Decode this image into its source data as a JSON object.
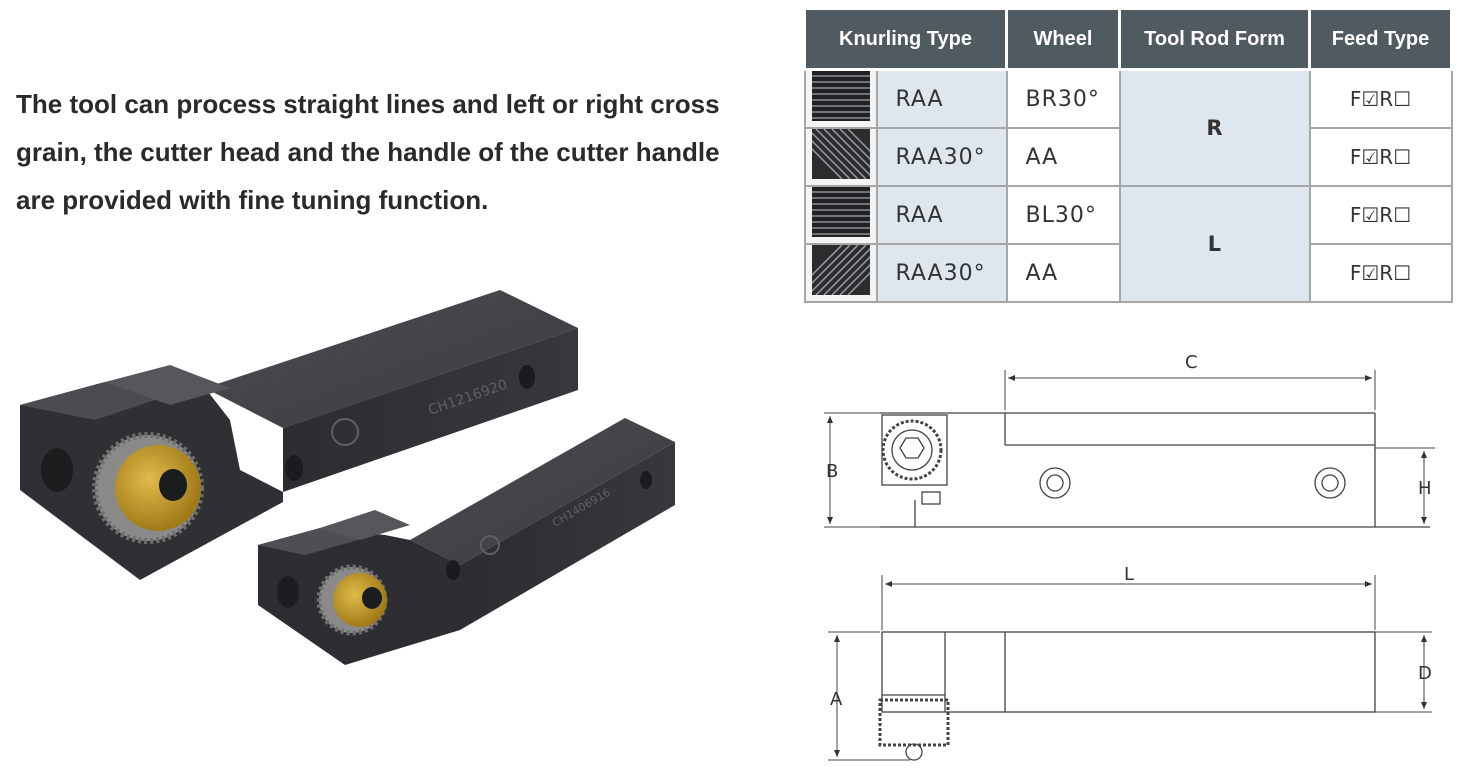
{
  "intro": {
    "line1": "The tool can process straight lines and left or right cross",
    "line2": "grain, the cutter head and the handle of the cutter handle",
    "line3": "are provided with fine tuning function."
  },
  "table": {
    "headers": [
      "Knurling Type",
      "Wheel",
      "Tool Rod Form",
      "Feed Type"
    ],
    "rows": [
      {
        "pattern": "straight-knurl-pattern",
        "type": "RAA",
        "wheel": "BR30°",
        "feed": "F☑R☐"
      },
      {
        "pattern": "diagonal-left-knurl-pattern",
        "type": "RAA30°",
        "wheel": "AA",
        "feed": "F☑R☐"
      },
      {
        "pattern": "straight-knurl-pattern",
        "type": "RAA",
        "wheel": "BL30°",
        "feed": "F☑R☐"
      },
      {
        "pattern": "diagonal-right-knurl-pattern",
        "type": "RAA30°",
        "wheel": "AA",
        "feed": "F☑R☐"
      }
    ],
    "rod_forms": [
      "R",
      "L"
    ]
  },
  "drawing": {
    "labels": {
      "c": "C",
      "b": "B",
      "h": "H",
      "l": "L",
      "a": "A",
      "d": "D"
    }
  },
  "photo": {
    "large_tool_marking": "CH1216920",
    "small_tool_marking": "CH1406916"
  },
  "colors": {
    "header_bg": "#4f5a61",
    "cell_blue": "#dfe7ee",
    "tool_body": "#2b2d30",
    "wheel_brass": "#c39a2a"
  }
}
